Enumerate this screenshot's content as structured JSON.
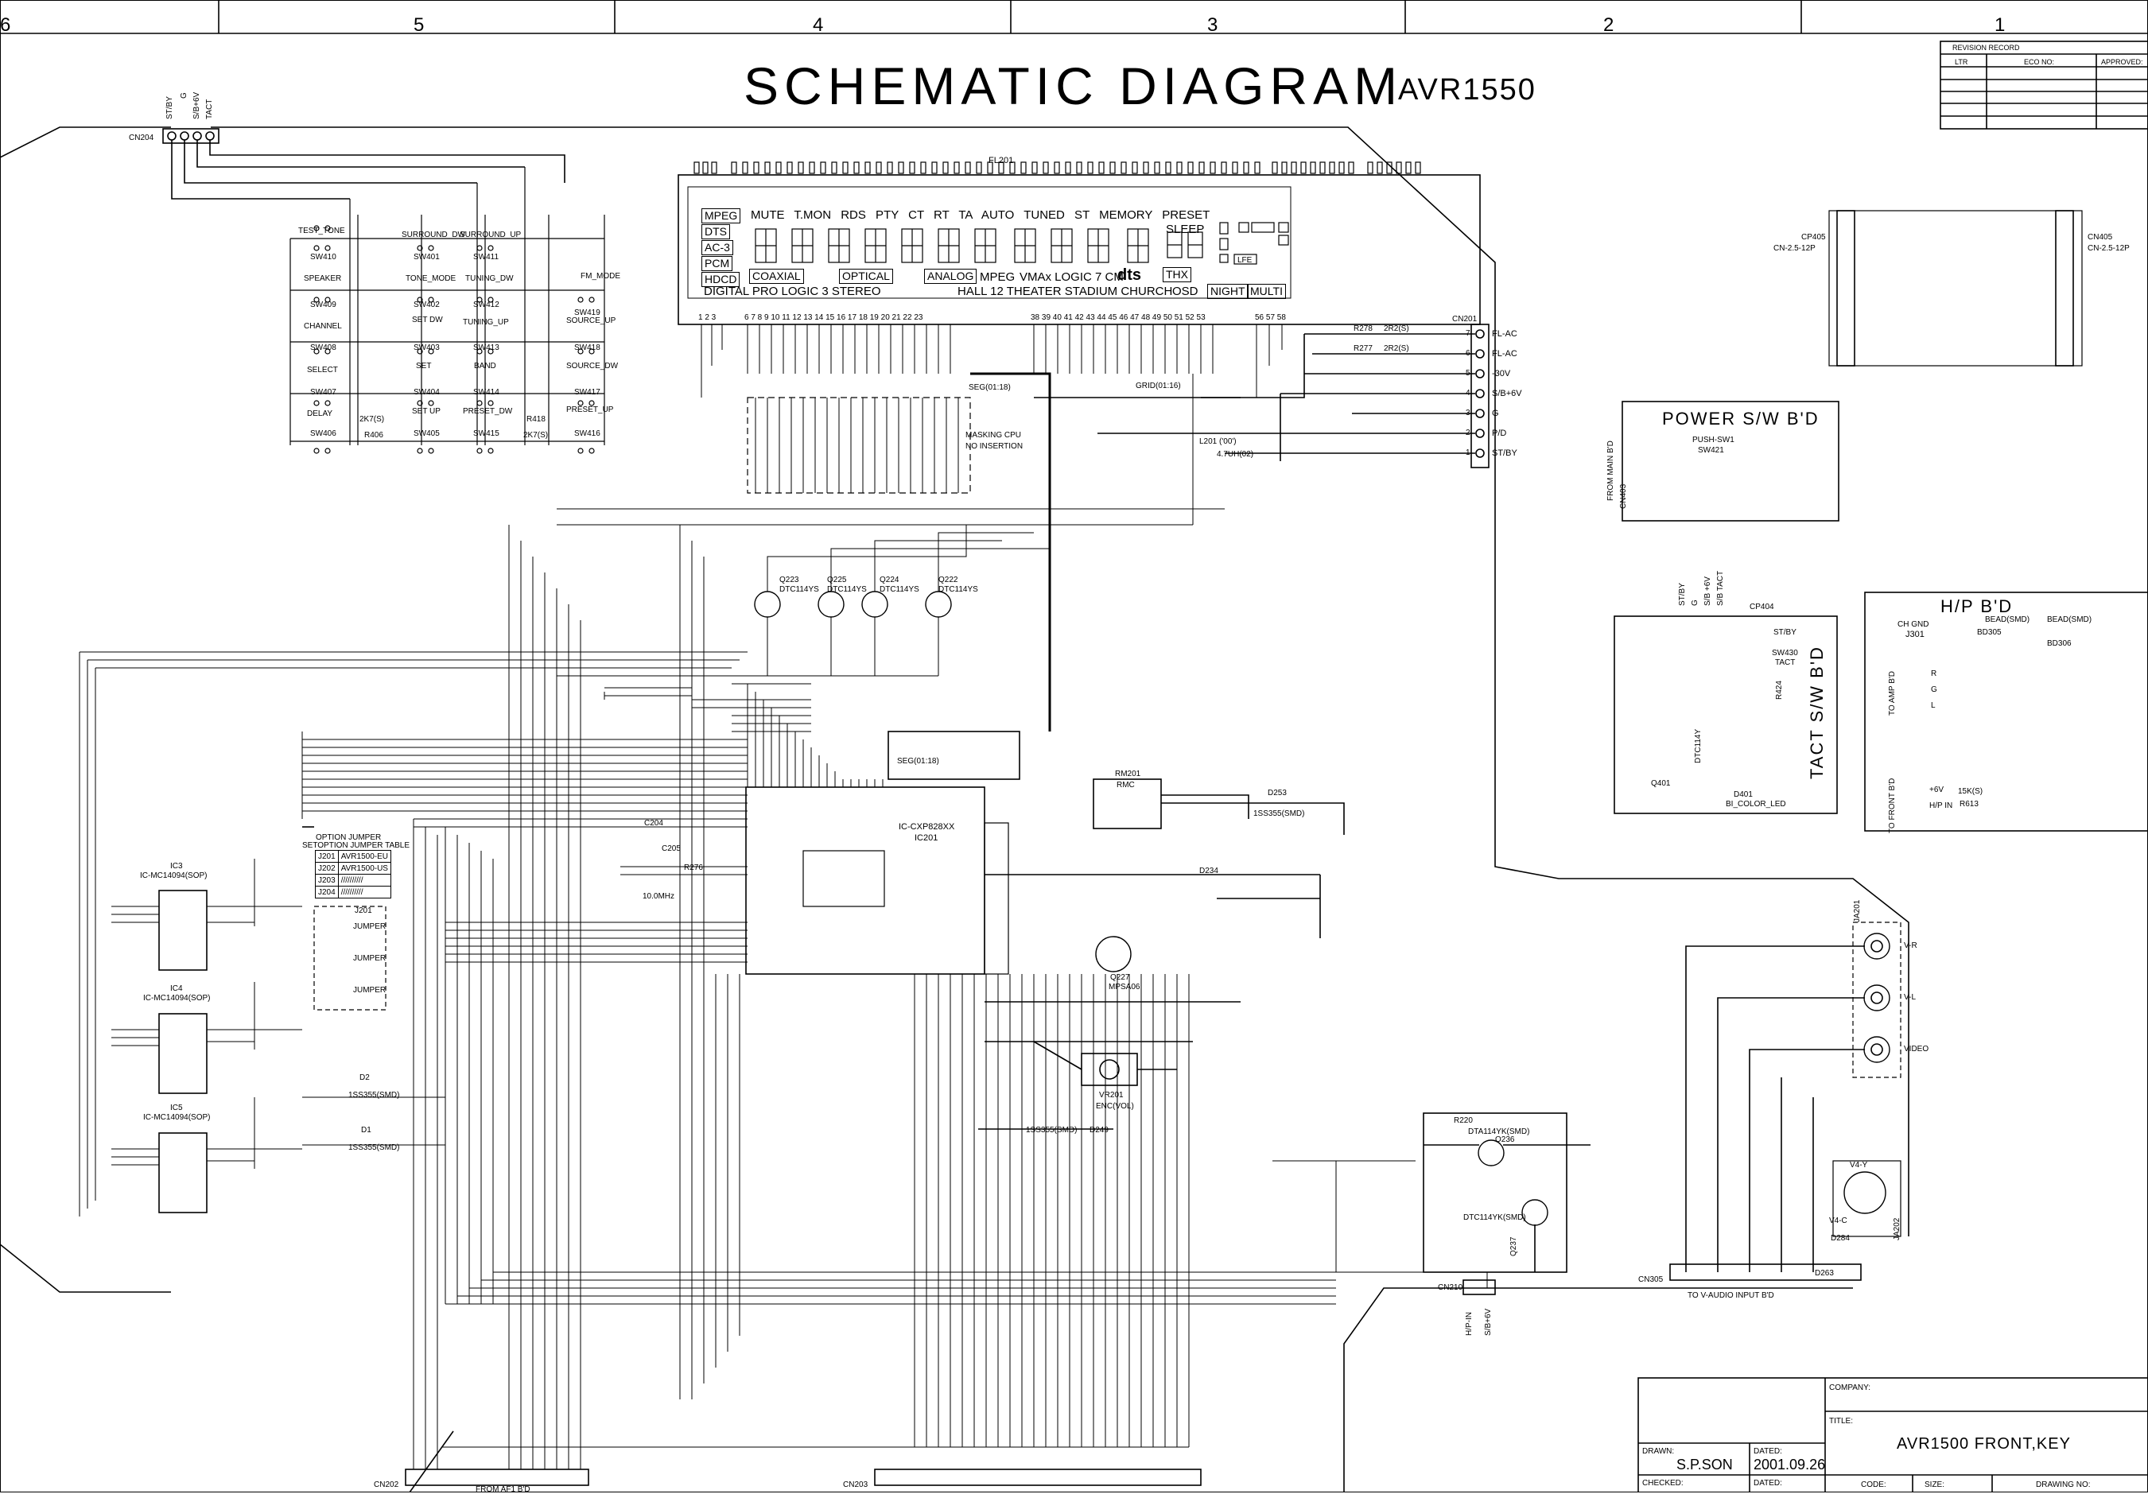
{
  "border": {
    "column_numbers": [
      "6",
      "5",
      "4",
      "3",
      "2",
      "1"
    ]
  },
  "header": {
    "title": "SCHEMATIC  DIAGRAM",
    "model": "AVR1550"
  },
  "revision_record": {
    "title": "REVISION RECORD",
    "columns": [
      "LTR",
      "ECO NO:",
      "APPROVED:"
    ]
  },
  "display": {
    "ref": "FL201",
    "row1": "MUTE T.MON RDS PTY CT RT TA AUTO TUNED ST MEMORY PRESET",
    "left_tags": [
      "MPEG",
      "DTS",
      "AC-3",
      "PCM",
      "HDCD"
    ],
    "coaxial": "COAXIAL",
    "optical": "OPTICAL",
    "analog": "ANALOG",
    "mpeg2": "MPEG",
    "vmax": "VMAx LOGIC 7 CM",
    "dts": "dts",
    "sleep": "SLEEP",
    "thx": "THX",
    "row3_left": "DIGITAL  PRO LOGIC  3 STEREO",
    "row3_mid": "HALL 12   THEATER STADIUM CHURCH",
    "osd": "OSD",
    "night": "NIGHT",
    "multi": "MULTI",
    "lfe": "LFE",
    "pin_left": "1 2 3",
    "pin_mid": "6 7 8 9 10 11 12 13 14 15 16 17 18 19 20 21 22 23",
    "pin_right": "38 39 40 41 42 43 44 45 46 47 48 49 50 51 52 53",
    "pin_end": "56 57 58"
  },
  "buses": {
    "seg_label": "SEG(01:18)",
    "grid_label": "GRID(01:16)",
    "seg2_label": "SEG(01:18)",
    "masking": "MASKING CPU",
    "no_insertion": "NO INSERTION"
  },
  "connectors": {
    "cn204": "CN204",
    "cn204_pins": [
      "ST/BY",
      "G",
      "S/B+6V",
      "TACT"
    ],
    "cn201": "CN201",
    "cn201_pins": [
      "FL-AC",
      "FL-AC",
      "-30V",
      "S/B+6V",
      "G",
      "P/D",
      "ST/BY"
    ],
    "cn201_nums": [
      "7",
      "6",
      "5",
      "4",
      "3",
      "2",
      "1"
    ],
    "r278": "R278",
    "r278_val": "2R2(S)",
    "r277": "R277",
    "r277_val": "2R2(S)",
    "l201": "L201 ('00')",
    "l201_val": "4.7UH(02)",
    "cp405": "CP405",
    "cp405_type": "CN-2.5-12P",
    "cn405": "CN405",
    "cn405_type": "CN-2.5-12P",
    "cn202": "CN202",
    "cn203": "CN203",
    "cn210": "CN210",
    "cn210_pins": [
      "H/P-IN",
      "S/B+6V"
    ],
    "cn305": "CN305",
    "cn305_caption": "TO V-AUDIO INPUT B'D",
    "cn202_caption": "FROM AF1 B'D",
    "ja201": "JA201",
    "ja_labels": [
      "V-R",
      "V-L",
      "VIDEO"
    ],
    "ja202": "JA202"
  },
  "switches": {
    "col1": [
      "TEST_TONE",
      "SPEAKER",
      "CHANNEL",
      "SELECT",
      "DELAY"
    ],
    "col1_ref": [
      "SW410",
      "SW409",
      "SW408",
      "SW407",
      "SW406"
    ],
    "col2": [
      "SURROUND_DW",
      "TONE_MODE",
      "SET DW",
      "SET",
      "SET UP"
    ],
    "col2_ref": [
      "SW401",
      "SW402",
      "SW403",
      "SW404",
      "SW405"
    ],
    "col3": [
      "SURROUND_UP",
      "TUNING_DW",
      "TUNING_UP",
      "BAND",
      "PRESET_DW"
    ],
    "col3_ref": [
      "SW411",
      "SW412",
      "SW413",
      "SW414",
      "SW415"
    ],
    "col4": [
      "FM_MODE",
      "SOURCE_UP",
      "SOURCE_DW",
      "PRESET_UP"
    ],
    "col4_ref": [
      "SW419",
      "SW418",
      "SW417",
      "SW416"
    ],
    "tact": "TACT",
    "r406": "R406",
    "r406_val": "2K7(S)",
    "r418": "R418",
    "r418_val": "2K7(S)"
  },
  "power_board": {
    "title": "POWER  S/W B'D",
    "switch": "PUSH-SW1",
    "sw_ref": "SW421",
    "from_main": "FROM MAIN B'D",
    "cn": "CN403"
  },
  "tact_board": {
    "title": "TACT S/W B'D",
    "cp": "CP404",
    "pins": [
      "ST/BY",
      "G",
      "S/B +6V",
      "S/B TACT"
    ],
    "sw": "SW430",
    "sw_type": "TACT",
    "stby": "ST/BY",
    "q401": "Q401",
    "q401_type": "DTC114Y",
    "d401": "D401",
    "d401_type": "BI_COLOR_LED",
    "r424": "R424"
  },
  "hp_board": {
    "title": "H/P B'D",
    "ch_gnd": "CH GND",
    "j301": "J301",
    "bead1": "BEAD(SMD)",
    "bead2": "BEAD(SMD)",
    "bd305": "BD305",
    "bd306": "BD306",
    "to_amp": "TO AMP B'D",
    "to_front": "TO FRONT B'D",
    "pins": [
      "R",
      "G",
      "L"
    ],
    "plus6v": "+6V",
    "hp_in": "H/P IN",
    "r613": "R613",
    "r613_val": "15K(S)"
  },
  "main_ic": {
    "name": "IC-CXP828XX",
    "ref": "IC201",
    "q223": "Q223",
    "q225": "Q225",
    "q224": "Q224",
    "q222": "Q222",
    "q_type": "DTC114YS",
    "rm201": "RM201",
    "rmc": "RMC",
    "d253": "D253",
    "d253_type": "1SS355(SMD)",
    "d234": "D234",
    "q227": "Q227",
    "q227_type": "MPSA06",
    "vr201": "VR201",
    "vr201_type": "ENC(VOL)",
    "d249": "D249",
    "d249_type": "1SS355(SMD)",
    "x201": "10.0MHz",
    "c204": "C204",
    "c205": "C205",
    "r276": "R276"
  },
  "option_jumper": {
    "title": "OPTION JUMPER",
    "subtitle": "SETOPTION JUMPER TABLE",
    "rows": [
      [
        "J201",
        "AVR1500-EU"
      ],
      [
        "J202",
        "AVR1500-US"
      ],
      [
        "J203",
        "//////////"
      ],
      [
        "J204",
        "//////////"
      ]
    ],
    "jumper": "JUMPER",
    "j201": "J201"
  },
  "shift_regs": {
    "ic3": "IC-MC14094(SOP)",
    "ic4": "IC-MC14094(SOP)",
    "ic5": "IC-MC14094(SOP)",
    "refs": [
      "IC3",
      "IC4",
      "IC5"
    ],
    "d1": "D1",
    "d2": "D2",
    "d_type": "1SS355(SMD)"
  },
  "bottom_right": {
    "r220": "R220",
    "q236": "Q236",
    "q236_type": "DTA114YK(SMD)",
    "q237": "Q237",
    "q237_type": "DTC114YK(SMD)",
    "v4": "V4-Y",
    "v4c": "V4-C",
    "d284": "D284",
    "d263": "D263"
  },
  "title_block": {
    "company_label": "COMPANY:",
    "title_label": "TITLE:",
    "title": "AVR1500 FRONT,KEY",
    "drawn_label": "DRAWN:",
    "drawn": "S.P.SON",
    "dated_label": "DATED:",
    "date": "2001.09.26",
    "checked_label": "CHECKED:",
    "dated2_label": "DATED:",
    "code_label": "CODE:",
    "size_label": "SIZE:",
    "drawing_no_label": "DRAWING NO:"
  }
}
